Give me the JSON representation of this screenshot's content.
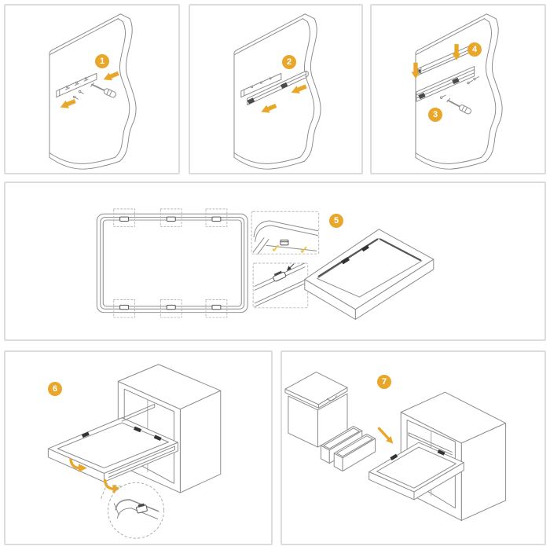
{
  "page": {
    "background_color": "#ffffff",
    "panel_border_color": "#dcdcdc",
    "line_color": "#8c8c8c",
    "dark_detail_color": "#4a4a4a",
    "accent_color": "#e8a72b",
    "checkmark_color": "#f0c23f"
  },
  "panels": [
    {
      "id": "step-1",
      "badges": [
        {
          "label": "1"
        }
      ]
    },
    {
      "id": "step-2",
      "badges": [
        {
          "label": "2"
        }
      ]
    },
    {
      "id": "steps-3-4",
      "badges": [
        {
          "label": "3"
        },
        {
          "label": "4"
        }
      ]
    },
    {
      "id": "step-5",
      "badges": [
        {
          "label": "5"
        }
      ],
      "checkmarks": [
        {
          "glyph": "✓"
        },
        {
          "glyph": "✓"
        }
      ]
    },
    {
      "id": "step-6",
      "badges": [
        {
          "label": "6"
        }
      ]
    },
    {
      "id": "step-7",
      "badges": [
        {
          "label": "7"
        }
      ]
    }
  ]
}
